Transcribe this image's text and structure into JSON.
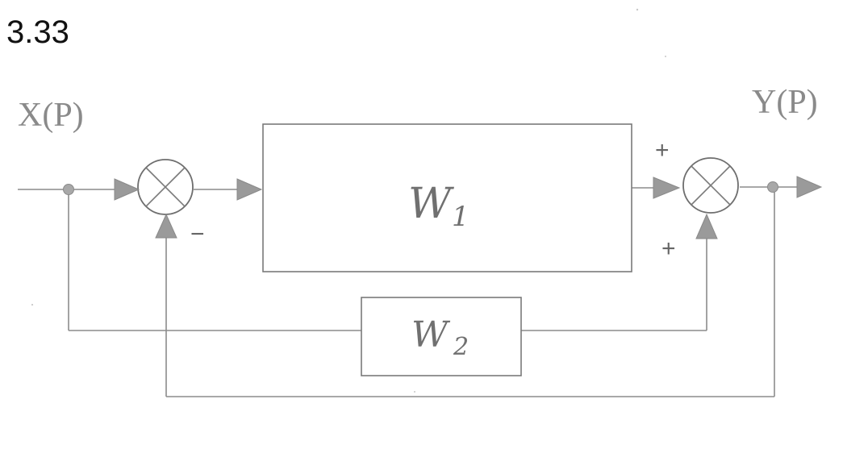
{
  "problem": {
    "number": "3.33"
  },
  "signals": {
    "input": "X(P)",
    "output": "Y(P)"
  },
  "blocks": {
    "w1": {
      "main": "W",
      "sub": "1"
    },
    "w2": {
      "main": "W",
      "sub": "2"
    }
  },
  "summing_junctions": {
    "left": {
      "feedback_sign": "−"
    },
    "right": {
      "top_sign": "+",
      "bottom_sign": "+"
    }
  }
}
